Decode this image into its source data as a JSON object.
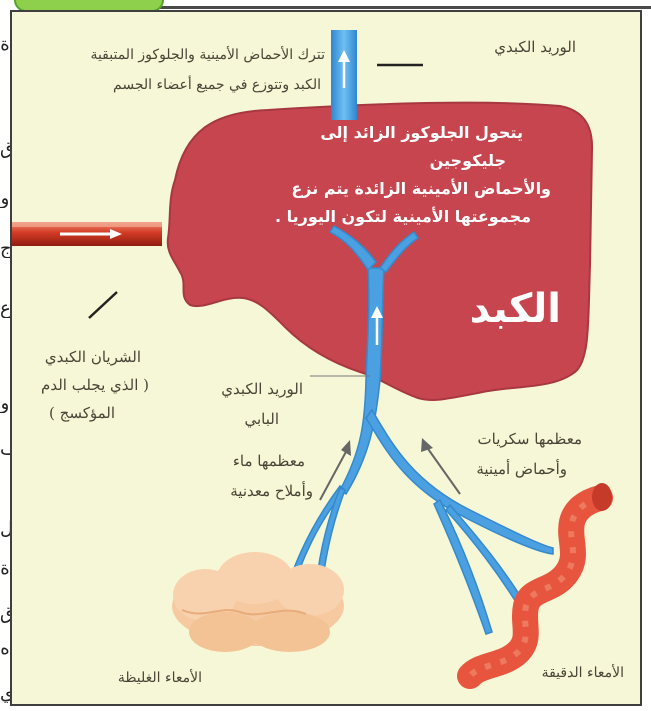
{
  "labels": {
    "hepatic_vein": "الوريد الكبدي",
    "exit_text_line1": "تترك الأحماض الأمينية والجلوكوز المتبقية",
    "exit_text_line2": "الكبد وتتوزع في جميع أعضاء الجسم",
    "liver_text_line1": "يتحول الجلوكوز الزائد إلى",
    "liver_text_line2": "جليكوجين",
    "liver_text_line3": "والأحماض الأمينية الزائدة يتم نزع",
    "liver_text_line4": "مجموعتها الأمينية لتكون اليوريا .",
    "liver_title": "الكبد",
    "hepatic_artery_line1": "الشريان الكبدي",
    "hepatic_artery_line2": "( الذي يجلب الدم",
    "hepatic_artery_line3": "المؤكسج )",
    "portal_vein_line1": "الوريد الكبدي",
    "portal_vein_line2": "البابي",
    "water_salts_line1": "معظمها ماء",
    "water_salts_line2": "وأملاح معدنية",
    "sugars_amino_line1": "معظمها سكريات",
    "sugars_amino_line2": "وأحماض أمينية",
    "large_intestine": "الأمعاء الغليظة",
    "small_intestine": "الأمعاء الدقيقة"
  },
  "left_strip_glyphs": [
    "ة",
    "ق",
    "و",
    "ج",
    "ع",
    "و",
    "ف",
    "ل",
    "ة",
    "ق",
    "ه",
    "ي"
  ],
  "colors": {
    "background": "#f6f7d6",
    "liver": "#c7454f",
    "vein": "#4aa0e0",
    "artery": "#d23a24",
    "large_intestine": "#f6c9a0",
    "small_intestine": "#e8553e",
    "text": "#4a4437"
  }
}
